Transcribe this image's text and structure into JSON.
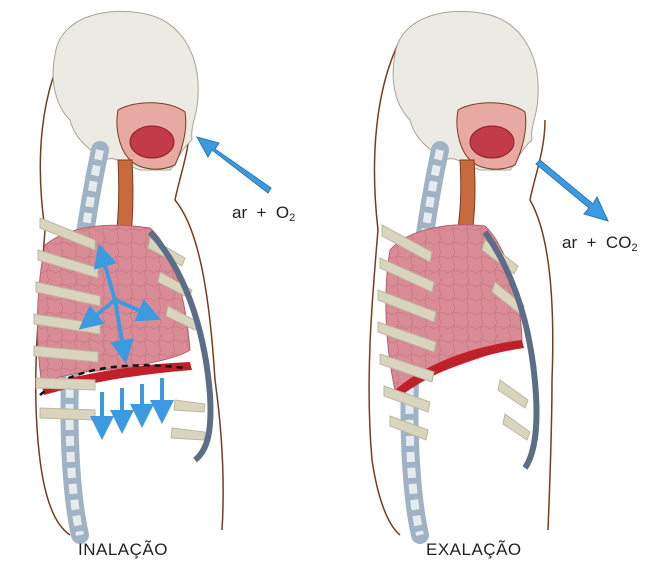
{
  "panels": {
    "inhalation": {
      "caption": "INALAÇÃO",
      "formula_prefix": "ar  +  O",
      "formula_subscript": "2"
    },
    "exhalation": {
      "caption": "EXALAÇÃO",
      "formula_prefix": "ar  +  CO",
      "formula_subscript": "2"
    }
  },
  "colors": {
    "lung": "#d98c96",
    "lung_dark": "#b5606c",
    "diaphragm": "#c0202a",
    "rib": "#d9d4bd",
    "skull": "#ecebe3",
    "arrow": "#3c9be0",
    "trachea": "#c86a3c",
    "spine": "#cfd8e2",
    "outline": "#7a3b1f"
  }
}
